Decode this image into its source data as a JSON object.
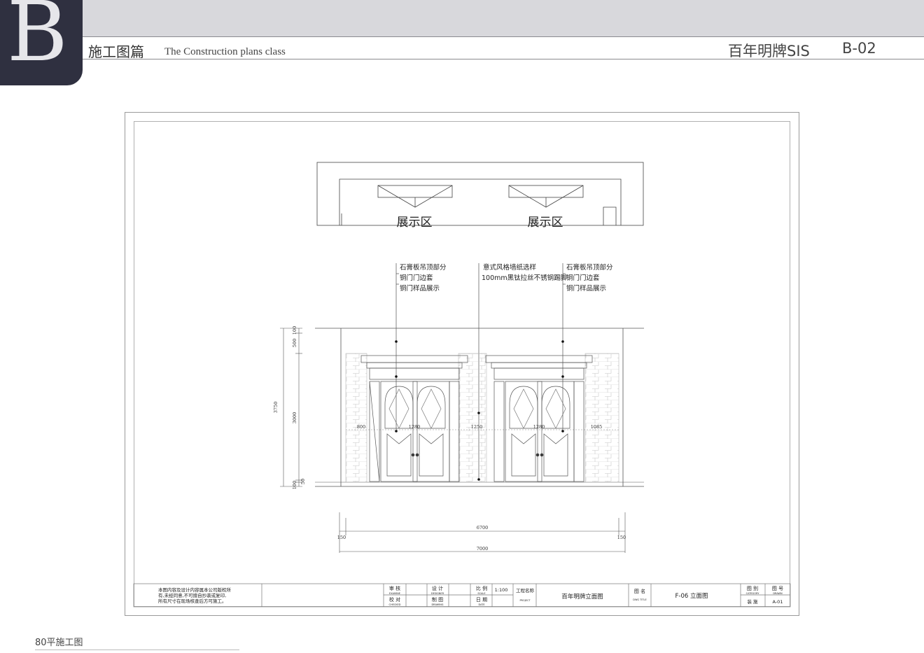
{
  "header": {
    "letter": "B",
    "title_cn": "施工图篇",
    "title_en": "The Construction plans class",
    "brand": "百年明牌SIS",
    "page_code": "B-02"
  },
  "drawing": {
    "zone_labels": [
      "展示区",
      "展示区"
    ],
    "annotations": {
      "left": [
        "石膏板吊顶部分",
        "铜门门边套",
        "铜门样品展示"
      ],
      "middle": [
        "意式风格墙纸选样",
        "100mm黑钛拉丝不锈钢踢脚"
      ],
      "right": [
        "石膏板吊顶部分",
        "铜门门边套",
        "铜门样品展示"
      ]
    },
    "dimensions": {
      "vertical_total": "3750",
      "vertical_parts": [
        "100",
        "500",
        "3000",
        "100",
        "50"
      ],
      "horizontal_inner": [
        "800",
        "1280",
        "1250",
        "1280",
        "1085"
      ],
      "overall_inner": "6700",
      "overall_total": "7000",
      "side_margin_left": "150",
      "side_margin_right": "150"
    }
  },
  "title_block": {
    "note_lines": [
      "本图内容及设计内容属本公司版权所",
      "有,未经同意,不可擅自抄袭或复印,",
      "所有尺寸在现场核查后方可施工。"
    ],
    "examine_cn": "审 核",
    "examine_en": "EXAMINE",
    "checked_cn": "校 对",
    "checked_en": "CHECKED",
    "designer_cn": "设 计",
    "designer_en": "DESIGNER",
    "drawing_cn": "制 图",
    "drawing_en": "DRAWING",
    "scale_cn": "比 例",
    "scale_en": "SCALE",
    "scale_value": "1:100",
    "date_cn": "日 期",
    "date_en": "DATE",
    "project_cn": "工程名称",
    "project_en": "PROJECT",
    "project_value": "百年明牌立面图",
    "dwg_title_cn": "图 名",
    "dwg_title_en": "DWG TITLE",
    "dwg_title_value": "F-06 立面图",
    "category_cn": "图 别",
    "category_en": "CATEGORY",
    "category_value": "装 施",
    "drawn_no_cn": "图 号",
    "drawn_no_en": "DRAWN",
    "drawn_no_value": "A-01"
  },
  "footer": {
    "label": "80平施工图"
  }
}
